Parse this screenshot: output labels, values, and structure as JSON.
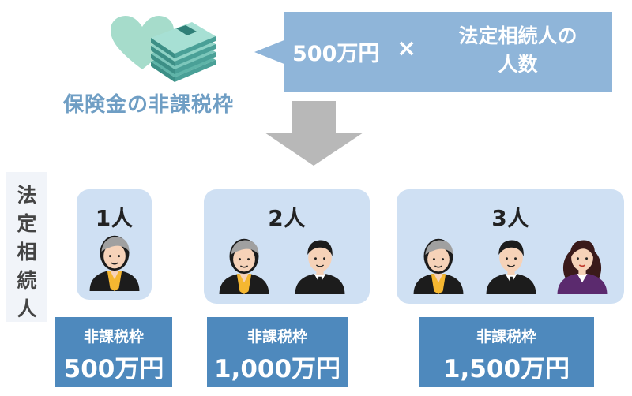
{
  "header": {
    "title": "保険金の非課税枠",
    "formula_amount": "500万円",
    "formula_times": "×",
    "formula_heirs_line1": "法定相続人の",
    "formula_heirs_line2": "人数"
  },
  "side_label": [
    "法",
    "定",
    "相",
    "続",
    "人"
  ],
  "groups": [
    {
      "count": "1人",
      "result_label": "非課税枠",
      "result_value": "500万円"
    },
    {
      "count": "2人",
      "result_label": "非課税枠",
      "result_value": "1,000万円"
    },
    {
      "count": "3人",
      "result_label": "非課税枠",
      "result_value": "1,500万円"
    }
  ],
  "colors": {
    "accent": "#8fb5d9",
    "title": "#6f9ec4",
    "group_bg": "#cfe0f3",
    "result_bg": "#4e89bd",
    "arrow": "#b8b8b8",
    "heart": "#a6dccb"
  },
  "icons": [
    "heart-icon",
    "money-stack-icon",
    "down-arrow-icon",
    "person-woman-icon",
    "person-man-icon",
    "person-woman-suit-icon"
  ]
}
